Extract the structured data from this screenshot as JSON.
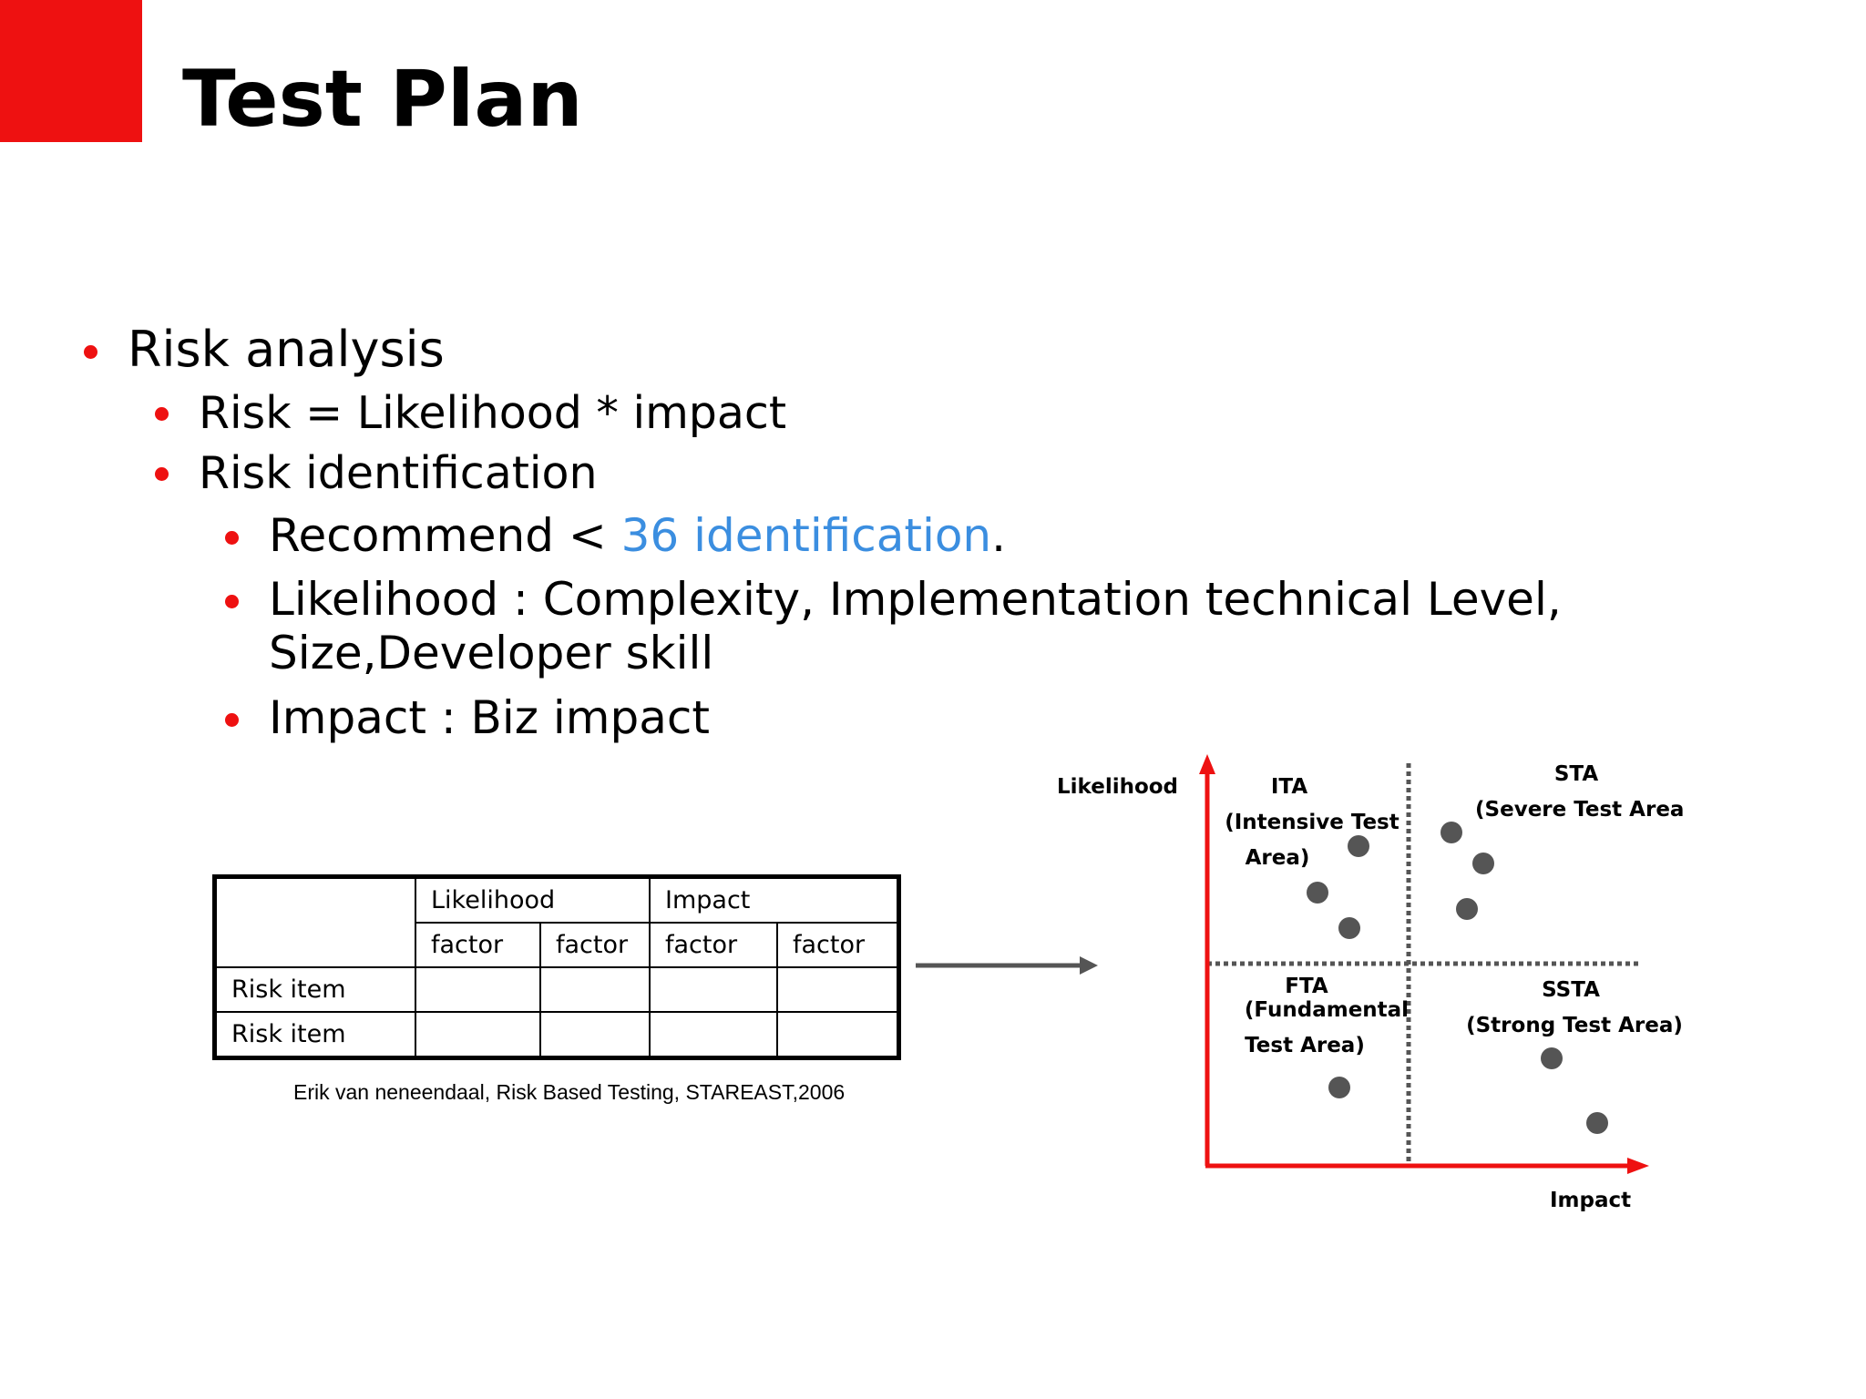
{
  "title": "Test Plan",
  "colors": {
    "accent": "#ee1111",
    "highlight": "#3b8ee0",
    "dot": "#555555",
    "grid": "#555555"
  },
  "bullets": {
    "risk_analysis": "Risk analysis",
    "risk_formula": "Risk = Likelihood * impact",
    "risk_identification": "Risk identification",
    "recommend": {
      "before": "Recommend < ",
      "highlight": "36 identification",
      "after": "."
    },
    "likelihood_line1": "Likelihood : Complexity, Implementation technical Level,",
    "likelihood_line2": "Size,Developer skill",
    "impact": "Impact : Biz impact"
  },
  "table": {
    "header_likelihood": "Likelihood",
    "header_impact": "Impact",
    "factors": [
      "factor",
      "factor",
      "factor",
      "factor"
    ],
    "rows": [
      "Risk item",
      "Risk item"
    ]
  },
  "citation": "Erik van neneendaal, Risk Based Testing, STAREAST,2006",
  "matrix": {
    "y_axis_label": "Likelihood",
    "x_axis_label": "Impact",
    "ita": {
      "name": "ITA",
      "line1": "(Intensive Test",
      "line2": "Area)"
    },
    "sta": {
      "name": "STA",
      "line1": "(Severe Test Area)"
    },
    "fta": {
      "name": "FTA",
      "line1": "(Fundamental",
      "line2": "Test Area)"
    },
    "ssta": {
      "name": "SSTA",
      "line1": "(Strong Test Area)"
    }
  }
}
